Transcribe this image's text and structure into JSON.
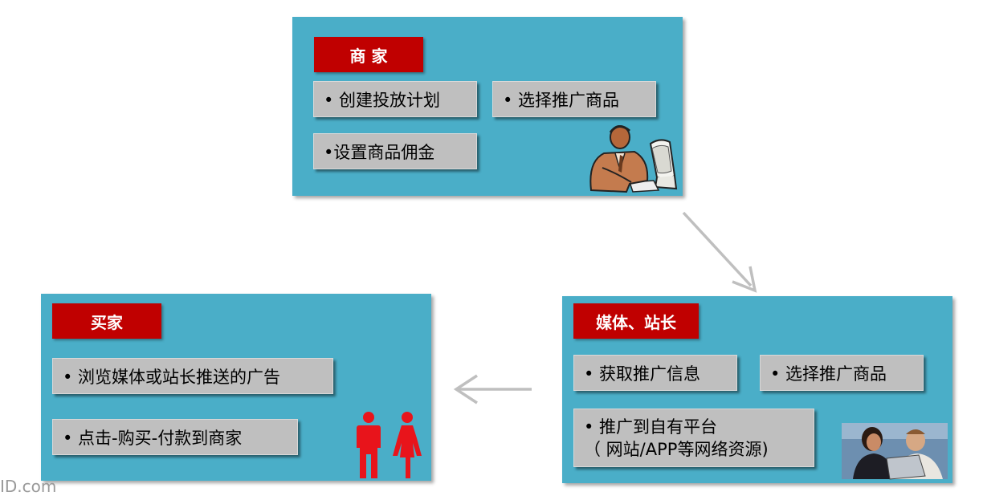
{
  "merchant": {
    "tag": "商 家",
    "items": [
      "• 创建投放计划",
      "• 选择推广商品",
      "•设置商品佣金"
    ]
  },
  "media": {
    "tag": "媒体、站长",
    "items": [
      "• 获取推广信息",
      "• 选择推广商品"
    ],
    "multi_item": [
      "• 推广到自有平台",
      "（ 网站/APP等网络资源)"
    ]
  },
  "buyer": {
    "tag": "买家",
    "items": [
      "• 浏览媒体或站长推送的广告",
      "• 点击-购买-付款到商家"
    ]
  },
  "watermark": "ID.com",
  "colors": {
    "panel": "#4aaec8",
    "tag": "#c00000",
    "item": "#bfbfbf",
    "arrow": "#bfbfbf",
    "people_icon": "#e8141b"
  }
}
